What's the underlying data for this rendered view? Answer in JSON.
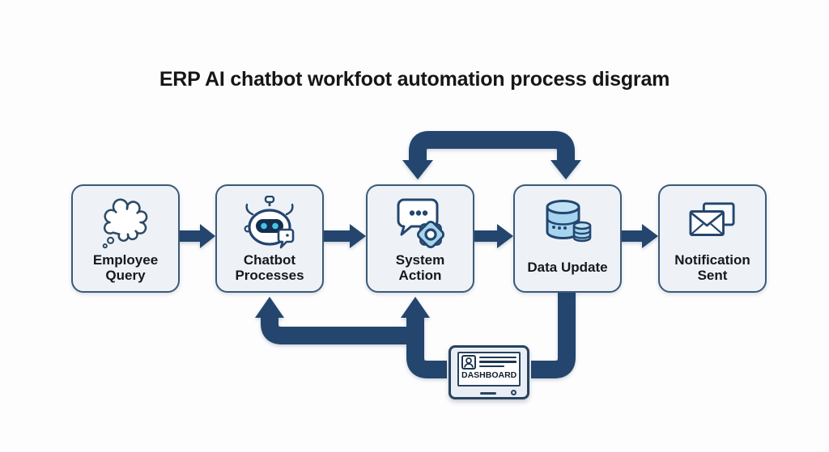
{
  "title": "ERP AI chatbot workfoot automation process disgram",
  "nodes": [
    {
      "label": "Employee\nQuery",
      "icon": "thought-cloud-icon"
    },
    {
      "label": "Chatbot\nProcesses",
      "icon": "robot-chatbot-icon"
    },
    {
      "label": "System\nAction",
      "icon": "chat-bubble-gear-icon"
    },
    {
      "label": "Data Update",
      "icon": "database-icon"
    },
    {
      "label": "Notification\nSent",
      "icon": "envelopes-icon"
    }
  ],
  "dashboard": {
    "label": "DASHBOARD",
    "icon": "tablet-dashboard-icon"
  },
  "connections": [
    {
      "from": "Employee Query",
      "to": "Chatbot Processes",
      "style": "solid-right-arrow"
    },
    {
      "from": "Chatbot Processes",
      "to": "System Action",
      "style": "solid-right-arrow"
    },
    {
      "from": "System Action",
      "to": "Data Update",
      "style": "solid-right-arrow"
    },
    {
      "from": "Data Update",
      "to": "Notification Sent",
      "style": "solid-right-arrow"
    },
    {
      "from": "System Action",
      "to": "Data Update",
      "style": "top-bridge-double-down-arrow"
    },
    {
      "from": "Data Update",
      "to": "Dashboard",
      "style": "bottom-feedback-line"
    },
    {
      "from": "Dashboard",
      "to": "System Action",
      "style": "bottom-feedback-up-arrow"
    },
    {
      "from": "Dashboard",
      "to": "Chatbot Processes",
      "style": "bottom-feedback-up-arrow"
    }
  ],
  "colors": {
    "navy": "#24466e",
    "box-fill": "#eef2f7",
    "box-border": "#3b5a78",
    "light-blue": "#a6d4ee",
    "light-blue-top": "#bfe3f5",
    "cyan": "#46c2ea",
    "visor": "#142f4d",
    "title-text": "#161616",
    "label-text": "#15191e",
    "tablet-fill": "#e9eef4",
    "screen-fill": "#ffffff"
  }
}
